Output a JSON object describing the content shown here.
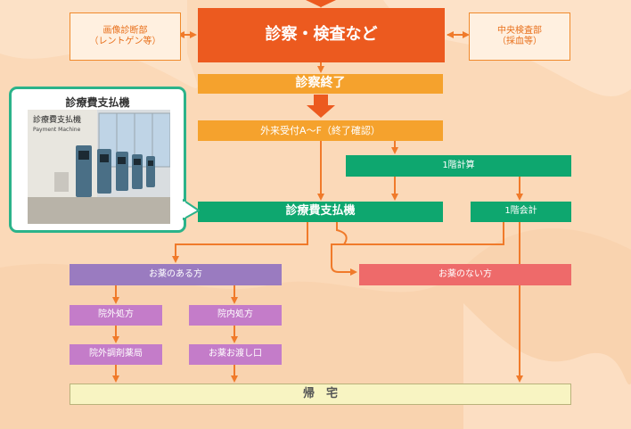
{
  "top": {
    "imaging_line1": "画像診断部",
    "imaging_line2": "（レントゲン等）",
    "exam": "診察・検査など",
    "lab_line1": "中央検査部",
    "lab_line2": "（採血等）"
  },
  "exam_end": "診察終了",
  "reception": "外来受付A～F（終了確認）",
  "cashier_1f_calc": "1階計算",
  "payment_machine": "診療費支払機",
  "cashier_1f": "1階会計",
  "with_medicine": "お薬のある方",
  "without_medicine": "お薬のない方",
  "outside_prescription": "院外処方",
  "inside_prescription": "院内処方",
  "outside_pharmacy": "院外調剤薬局",
  "medicine_counter": "お薬お渡し口",
  "go_home": "帰　宅",
  "photo": {
    "title": "診療費支払機",
    "sign_line1": "診療費支払機",
    "sign_line2": "Payment Machine"
  },
  "colors": {
    "exam": "#ec5a1f",
    "orange_step": "#f5a22d",
    "green_step": "#0ea76f",
    "purple_step": "#9a7bc0",
    "red_step": "#ee6a6a",
    "arrow": "#f07a2a"
  }
}
